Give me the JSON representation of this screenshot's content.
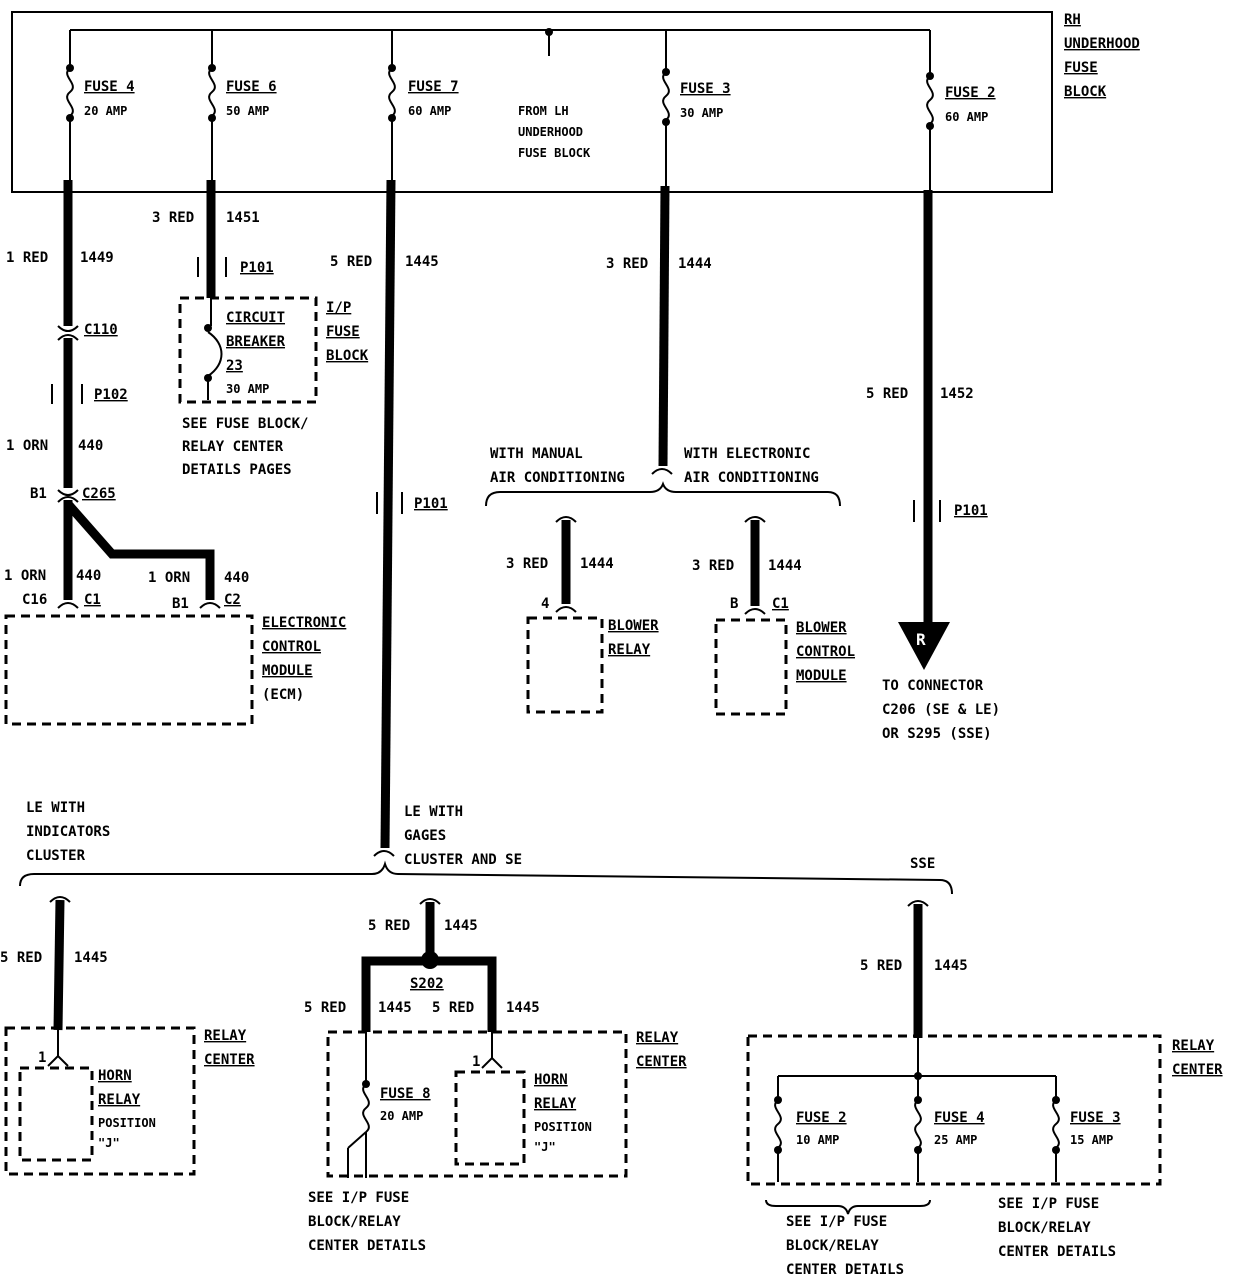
{
  "fuse_block": {
    "label": [
      "RH",
      "UNDERHOOD",
      "FUSE",
      "BLOCK"
    ],
    "feed_note": [
      "FROM LH",
      "UNDERHOOD",
      "FUSE BLOCK"
    ],
    "fuses": [
      {
        "name": "FUSE 4",
        "rating": "20 AMP"
      },
      {
        "name": "FUSE 6",
        "rating": "50 AMP"
      },
      {
        "name": "FUSE 7",
        "rating": "60 AMP"
      },
      {
        "name": "FUSE 3",
        "rating": "30 AMP"
      },
      {
        "name": "FUSE 2",
        "rating": "60 AMP"
      }
    ]
  },
  "wires": {
    "w1449": {
      "size": "1 RED",
      "circuit": "1449"
    },
    "w1451": {
      "size": "3 RED",
      "circuit": "1451"
    },
    "w1445": {
      "size": "5 RED",
      "circuit": "1445"
    },
    "w1444": {
      "size": "3 RED",
      "circuit": "1444"
    },
    "w1452": {
      "size": "5 RED",
      "circuit": "1452"
    },
    "w440a": {
      "size": "1 ORN",
      "circuit": "440"
    },
    "w440b": {
      "size": "1 ORN",
      "circuit": "440"
    },
    "w440c": {
      "size": "1 ORN",
      "circuit": "440"
    },
    "w1444_relay": {
      "size": "3 RED",
      "circuit": "1444"
    },
    "w1444_module": {
      "size": "3 RED",
      "circuit": "1444"
    },
    "w1445_left": {
      "size": "5 RED",
      "circuit": "1445"
    },
    "w1445_mid": {
      "size": "5 RED",
      "circuit": "1445"
    },
    "w1445_s202_left": {
      "size": "5 RED",
      "circuit": "1445"
    },
    "w1445_s202_right": {
      "size": "5 RED",
      "circuit": "1445"
    },
    "w1445_right": {
      "size": "5 RED",
      "circuit": "1445"
    }
  },
  "connectors": {
    "c110": "C110",
    "p102": "P102",
    "p101_a": "P101",
    "p101_b": "P101",
    "p101_c": "P101",
    "c265": "C265",
    "c265_pin": "B1",
    "ecm_c1_pin": "C16",
    "ecm_c1": "C1",
    "ecm_c2_pin": "B1",
    "ecm_c2": "C2",
    "relay_pin": "4",
    "module_pin": "B",
    "module_c1": "C1",
    "s202": "S202",
    "horn_pin_left": "1",
    "horn_pin_mid": "1"
  },
  "circuit_breaker": {
    "lines": [
      "CIRCUIT",
      "BREAKER",
      "23"
    ],
    "rating": "30 AMP",
    "block_label": [
      "I/P",
      "FUSE",
      "BLOCK"
    ],
    "note": [
      "SEE FUSE BLOCK/",
      "RELAY CENTER",
      "DETAILS PAGES"
    ]
  },
  "ecm": {
    "lines": [
      "ELECTRONIC",
      "CONTROL",
      "MODULE"
    ],
    "abbr": "(ECM)"
  },
  "ac_branch": {
    "manual": [
      "WITH MANUAL",
      "AIR CONDITIONING"
    ],
    "electronic": [
      "WITH ELECTRONIC",
      "AIR CONDITIONING"
    ]
  },
  "blower_relay": [
    "BLOWER",
    "RELAY"
  ],
  "blower_module": [
    "BLOWER",
    "CONTROL",
    "MODULE"
  ],
  "connector_ref": {
    "symbol": "R",
    "lines": [
      "TO CONNECTOR",
      "C206 (SE & LE)",
      "OR S295 (SSE)"
    ]
  },
  "lower_branch": {
    "left": [
      "LE WITH",
      "INDICATORS",
      "CLUSTER"
    ],
    "middle": [
      "LE WITH",
      "GAGES",
      "CLUSTER AND SE"
    ],
    "right": "SSE"
  },
  "relay_center_label": [
    "RELAY",
    "CENTER"
  ],
  "horn_relay": {
    "lines": [
      "HORN",
      "RELAY"
    ],
    "position": "POSITION",
    "pos_value": "\"J\""
  },
  "fuse8": {
    "name": "FUSE 8",
    "rating": "20 AMP"
  },
  "sse_fuses": [
    {
      "name": "FUSE 2",
      "rating": "10 AMP"
    },
    {
      "name": "FUSE 4",
      "rating": "25 AMP"
    },
    {
      "name": "FUSE 3",
      "rating": "15 AMP"
    }
  ],
  "see_ip_note": [
    "SEE I/P FUSE",
    "BLOCK/RELAY",
    "CENTER DETAILS"
  ],
  "colors": {
    "ink": "#000000",
    "paper": "#ffffff"
  }
}
